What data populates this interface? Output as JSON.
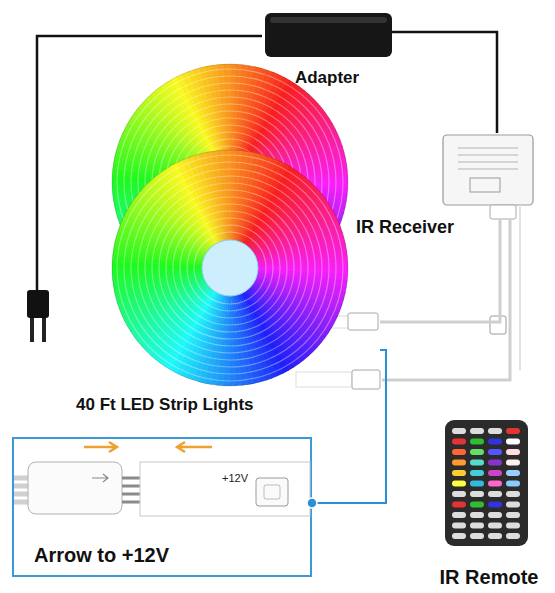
{
  "diagram": {
    "nodes": [
      {
        "text": [
          "Adapter"
        ]
      },
      {
        "text": [
          "IR Receiver"
        ]
      },
      {
        "text": [
          "40 Ft LED Strip Lights"
        ]
      },
      {
        "text": [
          "Arrow to +12V"
        ]
      },
      {
        "text": [
          "IR Remote"
        ]
      }
    ],
    "edges": [
      {
        "from": 0,
        "to": 1,
        "arrow": "none"
      },
      {
        "from": 1,
        "to": 2,
        "arrow": "none"
      },
      {
        "from": 2,
        "to": 3,
        "arrow": "none"
      }
    ],
    "labels": [
      "+12V"
    ]
  }
}
